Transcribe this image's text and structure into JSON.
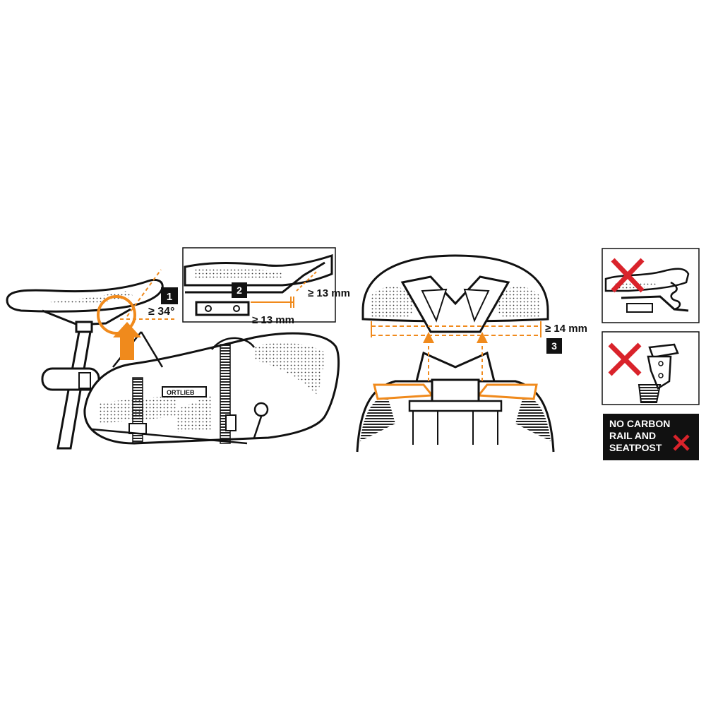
{
  "steps": {
    "step1": {
      "number": "1",
      "label": "≥ 34°"
    },
    "step2": {
      "number": "2",
      "label_a": "≥ 13 mm",
      "label_b": "≥ 13 mm"
    },
    "step3": {
      "number": "3",
      "label": "≥ 14 mm"
    }
  },
  "bag": {
    "brand_mark": "ORTLIEB"
  },
  "warning": {
    "lines": [
      "NO CARBON",
      "RAIL AND",
      "SEATPOST"
    ]
  },
  "colors": {
    "accent_orange": "#f08a1c",
    "cross_red": "#d9232b",
    "ink": "#111111"
  }
}
